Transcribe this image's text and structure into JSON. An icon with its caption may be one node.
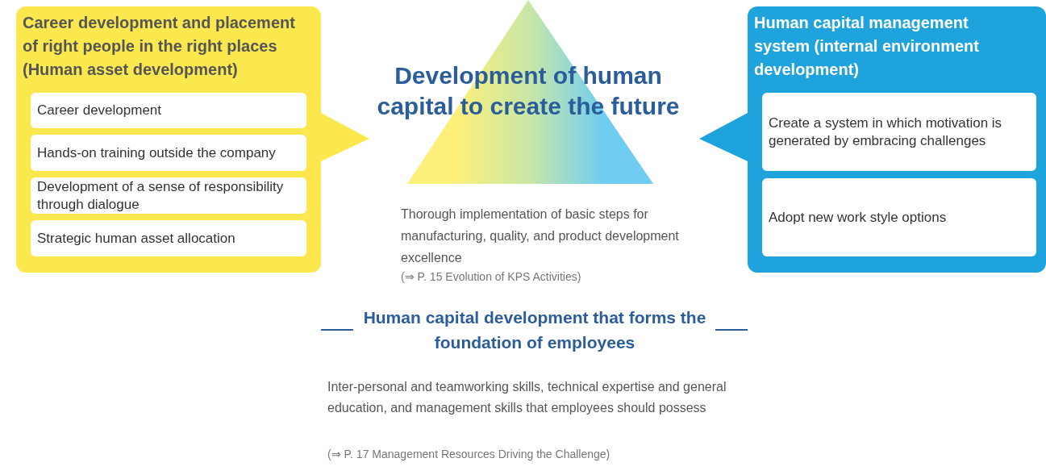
{
  "diagram": {
    "nodes": [
      {
        "text": [
          "Career development and placement of right people in the right places (Human asset development)"
        ]
      },
      {
        "text": [
          "Career development"
        ],
        "in": 0
      },
      {
        "text": [
          "Hands-on training outside the company"
        ],
        "in": 0
      },
      {
        "text": [
          "Development of a sense of responsibility through dialogue"
        ],
        "in": 0
      },
      {
        "text": [
          "Strategic human asset allocation"
        ],
        "in": 0
      },
      {
        "text": [
          "Human capital management system (internal environment development)"
        ]
      },
      {
        "text": [
          "Create a system in which motivation is generated by embracing challenges"
        ],
        "in": 5
      },
      {
        "text": [
          "Adopt new work style options"
        ],
        "in": 5
      },
      {
        "text": [
          "Thorough implementation of basic steps for manufacturing, quality, and product development excellence",
          "(⇒ P. 15 Evolution of KPS Activities)",
          "Human capital development that forms the foundation of employees",
          "Inter-personal and teamworking skills, technical expertise and general education, and management skills that employees should possess",
          "(⇒ P. 17 Management Resources Driving the Challenge)"
        ]
      },
      {
        "text": [
          "Development of human capital to create the future"
        ],
        "in": 8
      }
    ]
  }
}
